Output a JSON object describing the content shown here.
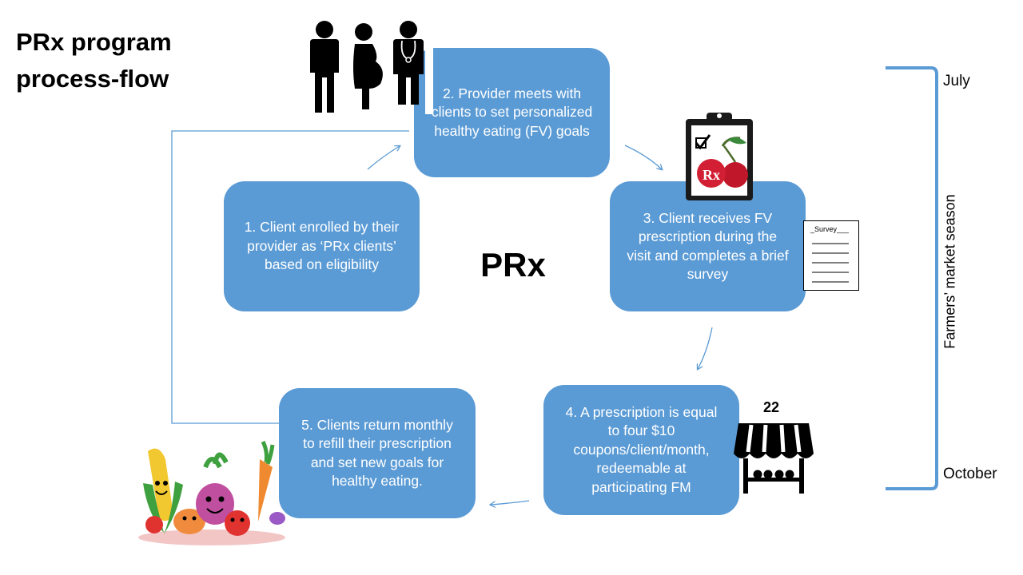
{
  "title_line1": "PRx program",
  "title_line2": "process-flow",
  "center_label": "PRx",
  "steps": [
    {
      "text": "1. Client enrolled by their provider as ‘PRx clients’ based on eligibility"
    },
    {
      "text": "2. Provider meets with clients to set personalized healthy eating (FV) goals"
    },
    {
      "text": "3. Client receives FV prescription during the visit and completes a brief survey"
    },
    {
      "text": "4. A prescription is equal to four $10 coupons/client/month, redeemable  at participating FM"
    },
    {
      "text": "5. Clients return monthly to refill their prescription and set new goals for healthy eating."
    }
  ],
  "season": {
    "label": "Farmers’ market season",
    "start": "July",
    "end": "October"
  },
  "survey_label": "_Survey___",
  "rx_label": "Rx",
  "market_number": "22",
  "icons": [
    "people-icon",
    "clipboard-rx-icon",
    "survey-document-icon",
    "market-stall-icon",
    "vegetables-illustration"
  ],
  "colors": {
    "box": "#5b9bd5",
    "arrow": "#5b9bd5",
    "bracket": "#5b9bd5"
  }
}
